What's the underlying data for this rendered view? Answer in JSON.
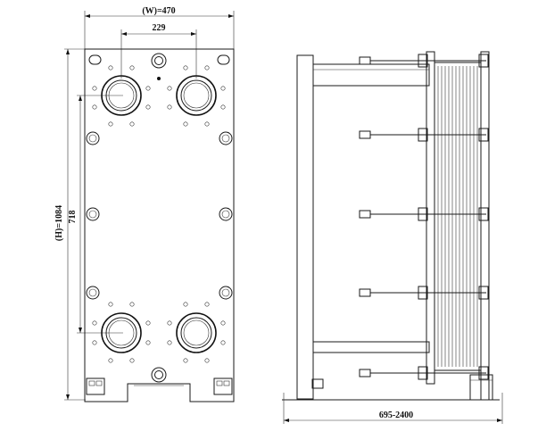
{
  "front_view": {
    "width_label": "(W)=470",
    "port_spacing_label": "229",
    "height_label": "(H)=1084",
    "port_center_label": "718"
  },
  "side_view": {
    "length_label": "695-2400"
  },
  "colors": {
    "line": "#1a1a1a",
    "background": "#ffffff"
  }
}
